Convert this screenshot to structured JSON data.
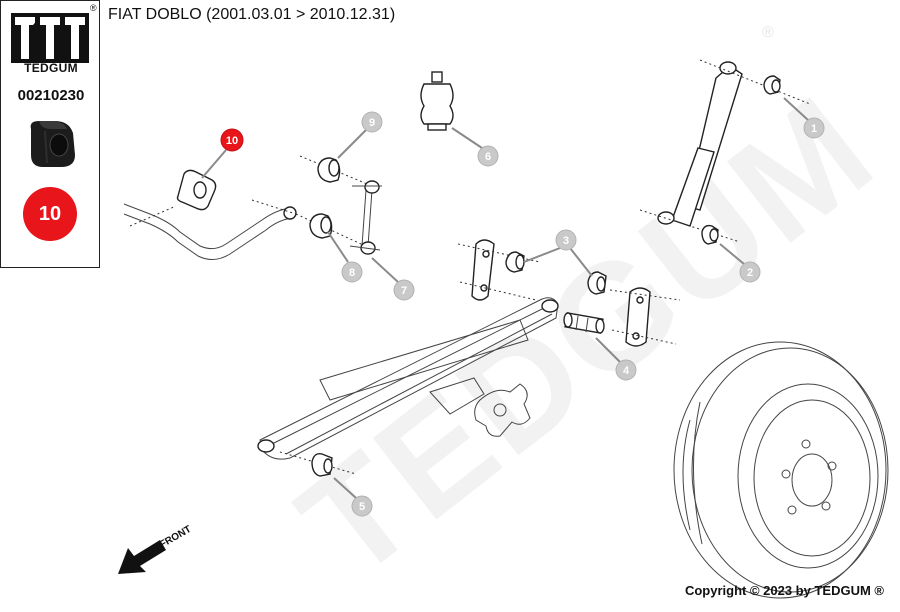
{
  "brand": {
    "name": "TEDGUM",
    "registered_mark": "®",
    "part_number": "00210230",
    "selected_callout": "10"
  },
  "title": "FIAT DOBLO (2001.03.01 > 2010.12.31)",
  "watermark": {
    "text": "TEDGUM",
    "registered_mark": "®"
  },
  "callouts": {
    "c1": "1",
    "c2": "2",
    "c3": "3",
    "c4": "4",
    "c5": "5",
    "c6": "6",
    "c7": "7",
    "c8": "8",
    "c9": "9",
    "c10": "10"
  },
  "direction_label": "FRONT",
  "copyright": "Copyright © 2023 by TEDGUM ®",
  "colors": {
    "highlight_red": "#e8151b",
    "callout_grey": "#c9c9c9"
  }
}
